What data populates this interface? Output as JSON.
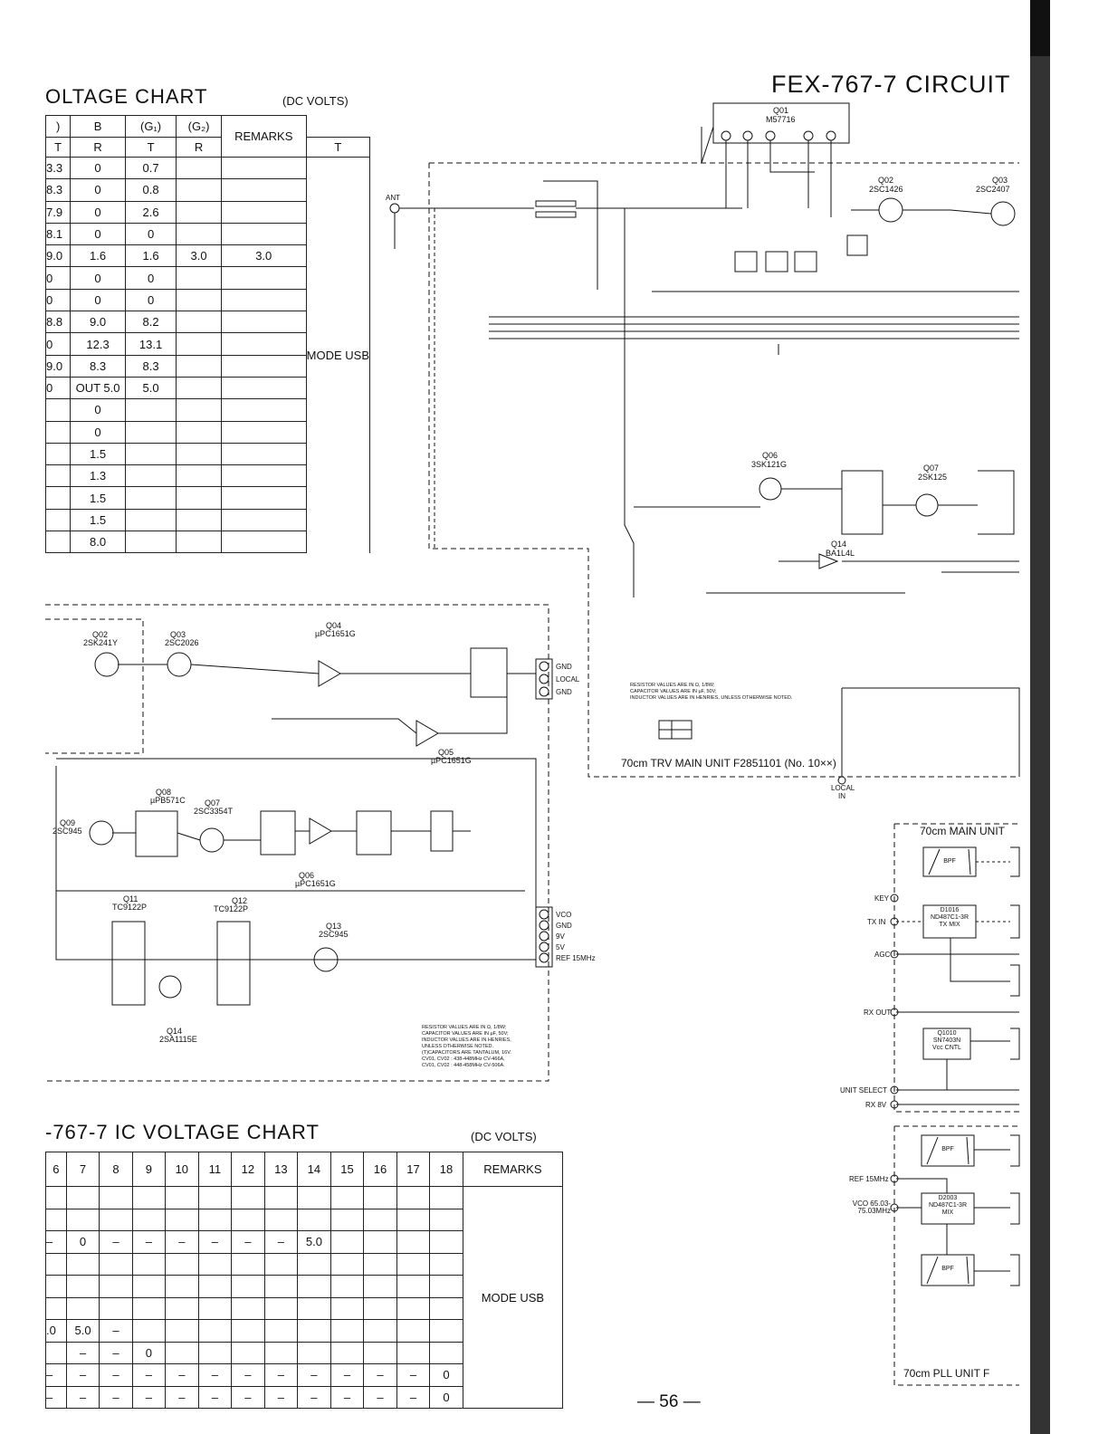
{
  "header": {
    "circuit_title": "FEX-767-7 CIRCUIT",
    "page_number": "— 56 —"
  },
  "voltage_chart_1": {
    "title": "OLTAGE CHART",
    "unit": "(DC VOLTS)",
    "header_row1": [
      ")",
      "B",
      "(G₁)",
      "(G₂)",
      "REMARKS"
    ],
    "header_row2": [
      "T",
      "R",
      "T",
      "R",
      "T"
    ],
    "rows": [
      [
        "3.3",
        "0",
        "0.7",
        "",
        ""
      ],
      [
        "8.3",
        "0",
        "0.8",
        "",
        ""
      ],
      [
        "7.9",
        "0",
        "2.6",
        "",
        ""
      ],
      [
        "8.1",
        "0",
        "0",
        "",
        ""
      ],
      [
        "9.0",
        "1.6",
        "1.6",
        "3.0",
        "3.0"
      ],
      [
        "0",
        "0",
        "0",
        "",
        ""
      ],
      [
        "0",
        "0",
        "0",
        "",
        ""
      ],
      [
        "8.8",
        "9.0",
        "8.2",
        "",
        ""
      ],
      [
        "0",
        "12.3",
        "13.1",
        "",
        ""
      ],
      [
        "9.0",
        "8.3",
        "8.3",
        "",
        ""
      ],
      [
        "0",
        "OUT 5.0",
        "5.0",
        "",
        ""
      ],
      [
        "",
        "0",
        "",
        "",
        ""
      ],
      [
        "",
        "0",
        "",
        "",
        ""
      ],
      [
        "",
        "1.5",
        "",
        "",
        ""
      ],
      [
        "",
        "1.3",
        "",
        "",
        ""
      ],
      [
        "",
        "1.5",
        "",
        "",
        ""
      ],
      [
        "",
        "1.5",
        "",
        "",
        ""
      ],
      [
        "",
        "8.0",
        "",
        "",
        ""
      ]
    ],
    "remarks": "MODE  USB"
  },
  "voltage_chart_2": {
    "title": "-767-7 IC VOLTAGE CHART",
    "unit": "(DC VOLTS)",
    "header": [
      "6",
      "7",
      "8",
      "9",
      "10",
      "11",
      "12",
      "13",
      "14",
      "15",
      "16",
      "17",
      "18",
      "REMARKS"
    ],
    "rows": [
      [
        "",
        "",
        "",
        "",
        "",
        "",
        "",
        "",
        "",
        "",
        "",
        "",
        ""
      ],
      [
        "",
        "",
        "",
        "",
        "",
        "",
        "",
        "",
        "",
        "",
        "",
        "",
        ""
      ],
      [
        "–",
        "0",
        "–",
        "–",
        "–",
        "–",
        "–",
        "–",
        "5.0",
        "",
        "",
        "",
        ""
      ],
      [
        "",
        "",
        "",
        "",
        "",
        "",
        "",
        "",
        "",
        "",
        "",
        "",
        ""
      ],
      [
        "",
        "",
        "",
        "",
        "",
        "",
        "",
        "",
        "",
        "",
        "",
        "",
        ""
      ],
      [
        "",
        "",
        "",
        "",
        "",
        "",
        "",
        "",
        "",
        "",
        "",
        "",
        ""
      ],
      [
        ".0",
        "5.0",
        "–",
        "",
        "",
        "",
        "",
        "",
        "",
        "",
        "",
        "",
        ""
      ],
      [
        "",
        "–",
        "–",
        "0",
        "",
        "",
        "",
        "",
        "",
        "",
        "",
        "",
        ""
      ],
      [
        "–",
        "–",
        "–",
        "–",
        "–",
        "–",
        "–",
        "–",
        "–",
        "–",
        "–",
        "–",
        "0"
      ],
      [
        "–",
        "–",
        "–",
        "–",
        "–",
        "–",
        "–",
        "–",
        "–",
        "–",
        "–",
        "–",
        "0"
      ]
    ],
    "remarks": "MODE  USB"
  },
  "main_unit": {
    "q01": "Q01",
    "q01_part": "M57716",
    "q02": "Q02",
    "q02_part": "2SC1426",
    "q03": "Q03",
    "q03_part": "2SC2407",
    "q06": "Q06",
    "q06_part": "3SK121G",
    "q07": "Q07",
    "q07_part": "2SK125",
    "q14": "Q14",
    "q14_part": "BA1L4L",
    "antenna": "ANT",
    "notes": [
      "RESISTOR VALUES ARE IN Ω, 1/8W;",
      "CAPACITOR VALUES ARE IN µF, 50V;",
      "INDUCTOR VALUES ARE IN HENRIES, UNLESS OTHERWISE NOTED."
    ],
    "unit_label": "70cm TRV MAIN UNIT F2851101 (No. 10××)",
    "local_in": "LOCAL IN"
  },
  "pll_unit": {
    "q02": "Q02",
    "q02_part": "2SK241Y",
    "q03": "Q03",
    "q03_part": "2SC2026",
    "q04": "Q04",
    "q04_part": "µPC1651G",
    "q05": "Q05",
    "q05_part": "µPC1651G",
    "q06": "Q06",
    "q06_part": "µPC1651G",
    "q07": "Q07",
    "q07_part": "2SC3354T",
    "q08": "Q08",
    "q08_part": "µPB571C",
    "q09": "Q09",
    "q09_part": "2SC945",
    "q11": "Q11",
    "q11_part": "TC9122P",
    "q12": "Q12",
    "q12_part": "TC9122P",
    "q13": "Q13",
    "q13_part": "2SC945",
    "q14": "Q14",
    "q14_part": "2SA1115E",
    "j01_pins": [
      "GND",
      "LOCAL",
      "GND"
    ],
    "j02_pins": [
      "VCO",
      "GND",
      "9V",
      "5V",
      "REF 15MHz"
    ],
    "notes": [
      "RESISTOR VALUES ARE IN Ω, 1/8W;",
      "CAPACITOR VALUES ARE IN µF, 50V;",
      "INDUCTOR VALUES ARE IN HENRIES,",
      "UNLESS OTHERWISE NOTED.",
      "(T)CAPACITORS ARE TANTALUM, 16V.",
      "CV01, CV02 : 438-448MHz CV-466A,",
      "CV01, CV02 : 448-458MHz CV-506A."
    ]
  },
  "block_diagram": {
    "main_unit_title": "70cm MAIN UNIT",
    "pll_unit_title": "70cm PLL UNIT F",
    "bpf": "BPF",
    "d1016": "D1016",
    "d1016_part": "ND487C1-3R",
    "d1016_fn": "TX MIX",
    "q1010": "Q1010",
    "q1010_part": "SN7403N",
    "q1010_fn": "Vcc CNTL",
    "d2003": "D2003",
    "d2003_part": "ND487C1-3R",
    "d2003_fn": "MIX",
    "inputs": [
      "KEY",
      "TX IN",
      "AGC",
      "RX OUT",
      "UNIT SELECT",
      "RX 8V",
      "REF 15MHz",
      "VCO 65.03-75.03MHz"
    ]
  }
}
